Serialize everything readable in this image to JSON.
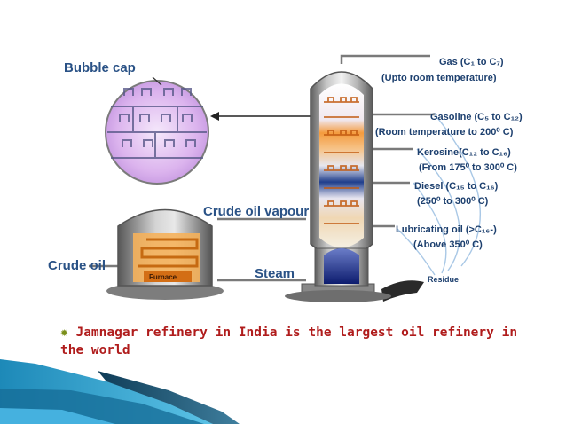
{
  "colors": {
    "caption_text": "#b01c1c",
    "label_text": "#1f4a7d",
    "bullet": "#7a8f1a",
    "accent_blue": "#2b4a92"
  },
  "diagram": {
    "bubble_cap_label": "Bubble cap",
    "crude_oil_vapour_label": "Crude oil vapour",
    "crude_oil_label": "Crude oil",
    "furnace_label": "Furnace",
    "steam_label": "Steam",
    "residue_label": "Residue",
    "fractions": [
      {
        "name": "Gas (C₁ to C₇)",
        "range": "(Upto room temperature)"
      },
      {
        "name": "Gasoline (C₅ to C₁₂)",
        "range": "(Room temperature to 200⁰ C)"
      },
      {
        "name": "Kerosine(C₁₂ to C₁₆)",
        "range": "(From 175⁰ to 300⁰ C)"
      },
      {
        "name": "Diesel (C₁₅ to C₁₆)",
        "range": "(250⁰ to 300⁰ C)"
      },
      {
        "name": "Lubricating oil (>C₁₆-)",
        "range": "(Above 350⁰ C)"
      }
    ]
  },
  "caption": {
    "bullet_icon": "sunburst-bullet-icon",
    "text": "Jamnagar refinery in India is the largest oil refinery in the world"
  }
}
